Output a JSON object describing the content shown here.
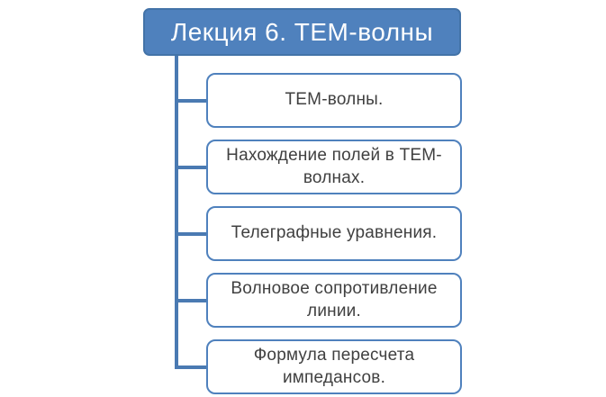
{
  "diagram": {
    "type": "hierarchy-list",
    "root": {
      "label": "Лекция 6. ТЕМ-волны"
    },
    "nodes": [
      {
        "label": "ТЕМ-волны."
      },
      {
        "label": "Нахождение полей в ТЕМ-\nволнах."
      },
      {
        "label": "Телеграфные уравнения."
      },
      {
        "label": "Волновое сопротивление\nлинии."
      },
      {
        "label": "Формула пересчета\nимпедансов."
      }
    ],
    "colors": {
      "accent_blue_fill": "#4f81bd",
      "accent_blue_border": "#4373a8",
      "connector_blue": "#4a7ab2",
      "child_box_border": "#4f81bd",
      "child_box_fill": "#ffffff",
      "title_text": "#ffffff",
      "node_text": "#404040",
      "background": "#ffffff"
    }
  }
}
